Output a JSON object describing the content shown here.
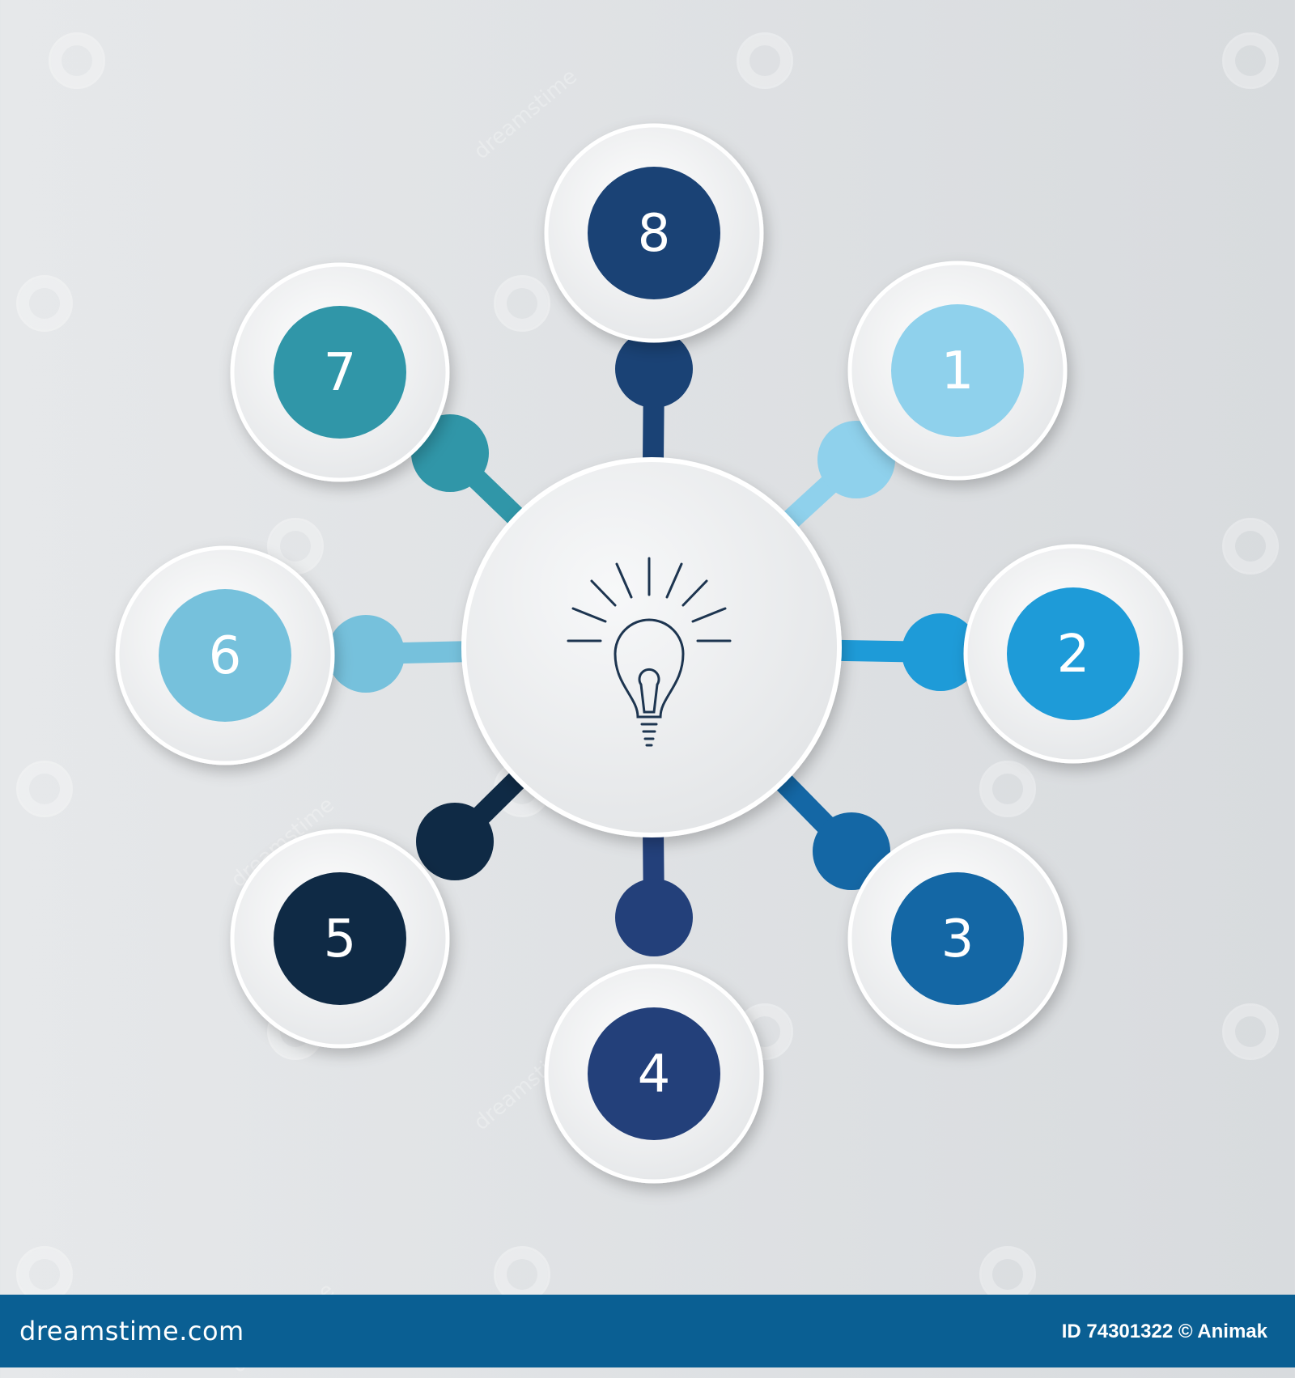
{
  "center": {
    "icon": "lightbulb-icon"
  },
  "nodes": [
    {
      "label": "1",
      "color": "#8fd1ec"
    },
    {
      "label": "2",
      "color": "#1e9bd8"
    },
    {
      "label": "3",
      "color": "#1467a5"
    },
    {
      "label": "4",
      "color": "#23407a"
    },
    {
      "label": "5",
      "color": "#0f2a45"
    },
    {
      "label": "6",
      "color": "#76c1dc"
    },
    {
      "label": "7",
      "color": "#3096a8"
    },
    {
      "label": "8",
      "color": "#1a4275"
    }
  ],
  "watermark": {
    "icon": "spiral-logo-icon",
    "text": "dreamstime"
  },
  "footer": {
    "brand": "dreamstime.com",
    "credit": "ID 74301322 © Animak",
    "color": "#0a5f93"
  }
}
